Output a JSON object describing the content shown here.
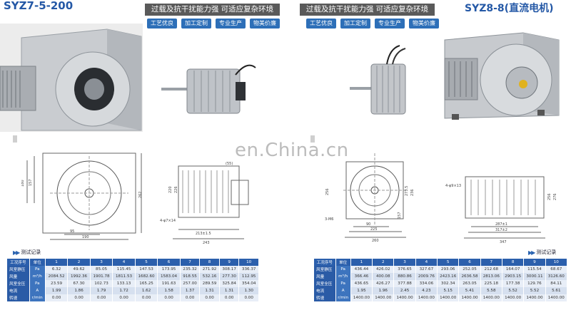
{
  "left": {
    "model": "SYZ7-5-200",
    "banner": "过载及抗干扰能力强 可适应复杂环境",
    "tags": [
      "工艺优良",
      "加工定制",
      "专业生产",
      "物美价廉"
    ],
    "dims_front": {
      "h1": "180",
      "h2": "157",
      "w1": "95",
      "w2": "190",
      "h3": "262"
    },
    "dims_side": {
      "d1": "(55)",
      "d2": "220",
      "d3": "226",
      "holes": "4-φ7×14",
      "w1": "213±1.5",
      "w2": "243"
    },
    "test_title": "测试记录",
    "table": {
      "header": [
        "工况序号",
        "单位",
        "1",
        "2",
        "3",
        "4",
        "5",
        "6",
        "7",
        "8",
        "9",
        "10"
      ],
      "rows": [
        {
          "label": "风室静压",
          "unit": "Pa",
          "values": [
            "6.32",
            "49.62",
            "85.05",
            "115.45",
            "147.53",
            "173.95",
            "235.32",
            "271.92",
            "308.17",
            "336.37"
          ]
        },
        {
          "label": "风量",
          "unit": "m³/h",
          "values": [
            "2084.52",
            "1992.36",
            "1901.78",
            "1811.53",
            "1682.60",
            "1583.04",
            "918.55",
            "532.16",
            "277.30",
            "112.95"
          ]
        },
        {
          "label": "风室全压",
          "unit": "Pa",
          "values": [
            "23.59",
            "67.30",
            "102.73",
            "133.13",
            "165.25",
            "191.63",
            "257.00",
            "289.59",
            "325.84",
            "354.04"
          ]
        },
        {
          "label": "电流",
          "unit": "A",
          "values": [
            "1.99",
            "1.86",
            "1.79",
            "1.72",
            "1.62",
            "1.58",
            "1.37",
            "1.31",
            "1.31",
            "1.30"
          ]
        },
        {
          "label": "转速",
          "unit": "r/min",
          "values": [
            "0.00",
            "0.00",
            "0.00",
            "0.00",
            "0.00",
            "0.00",
            "0.00",
            "0.00",
            "0.00",
            "0.00"
          ]
        }
      ]
    }
  },
  "right": {
    "model": "SYZ8-8(直流电机)",
    "banner": "过载及抗干扰能力强 可适应复杂环境",
    "tags": [
      "工艺优良",
      "加工定制",
      "专业生产",
      "物美价廉"
    ],
    "dims_front": {
      "h1": "256",
      "h2": "273.5",
      "h3": "236",
      "w1": "90",
      "w2": "225",
      "w3": "260",
      "holes": "3-M6",
      "s1": "157"
    },
    "dims_side": {
      "holes": "4-φ9×13",
      "h1": "256",
      "h2": "276",
      "w1": "287±1",
      "w2": "317±2",
      "w3": "347"
    },
    "test_title": "测试记录",
    "table": {
      "header": [
        "工况序号",
        "单位",
        "1",
        "2",
        "3",
        "4",
        "5",
        "6",
        "7",
        "8",
        "9",
        "10"
      ],
      "rows": [
        {
          "label": "风室静压",
          "unit": "Pa",
          "values": [
            "436.44",
            "426.02",
            "376.65",
            "327.67",
            "293.06",
            "252.05",
            "212.68",
            "164.07",
            "115.54",
            "68.67"
          ]
        },
        {
          "label": "风量",
          "unit": "m³/h",
          "values": [
            "366.46",
            "400.08",
            "880.86",
            "2009.76",
            "2423.16",
            "2636.58",
            "2813.06",
            "2903.15",
            "3000.11",
            "3126.60"
          ]
        },
        {
          "label": "风室全压",
          "unit": "Pa",
          "values": [
            "436.65",
            "426.27",
            "377.88",
            "334.06",
            "302.34",
            "263.05",
            "225.18",
            "177.38",
            "129.76",
            "84.11"
          ]
        },
        {
          "label": "电流",
          "unit": "A",
          "values": [
            "1.95",
            "1.96",
            "2.45",
            "4.23",
            "5.15",
            "5.41",
            "5.58",
            "5.52",
            "5.52",
            "5.61"
          ]
        },
        {
          "label": "转速",
          "unit": "r/min",
          "values": [
            "1400.00",
            "1400.00",
            "1400.00",
            "1400.00",
            "1400.00",
            "1400.00",
            "1400.00",
            "1400.00",
            "1400.00",
            "1400.00"
          ]
        }
      ]
    }
  },
  "watermark": "en.China.cn"
}
